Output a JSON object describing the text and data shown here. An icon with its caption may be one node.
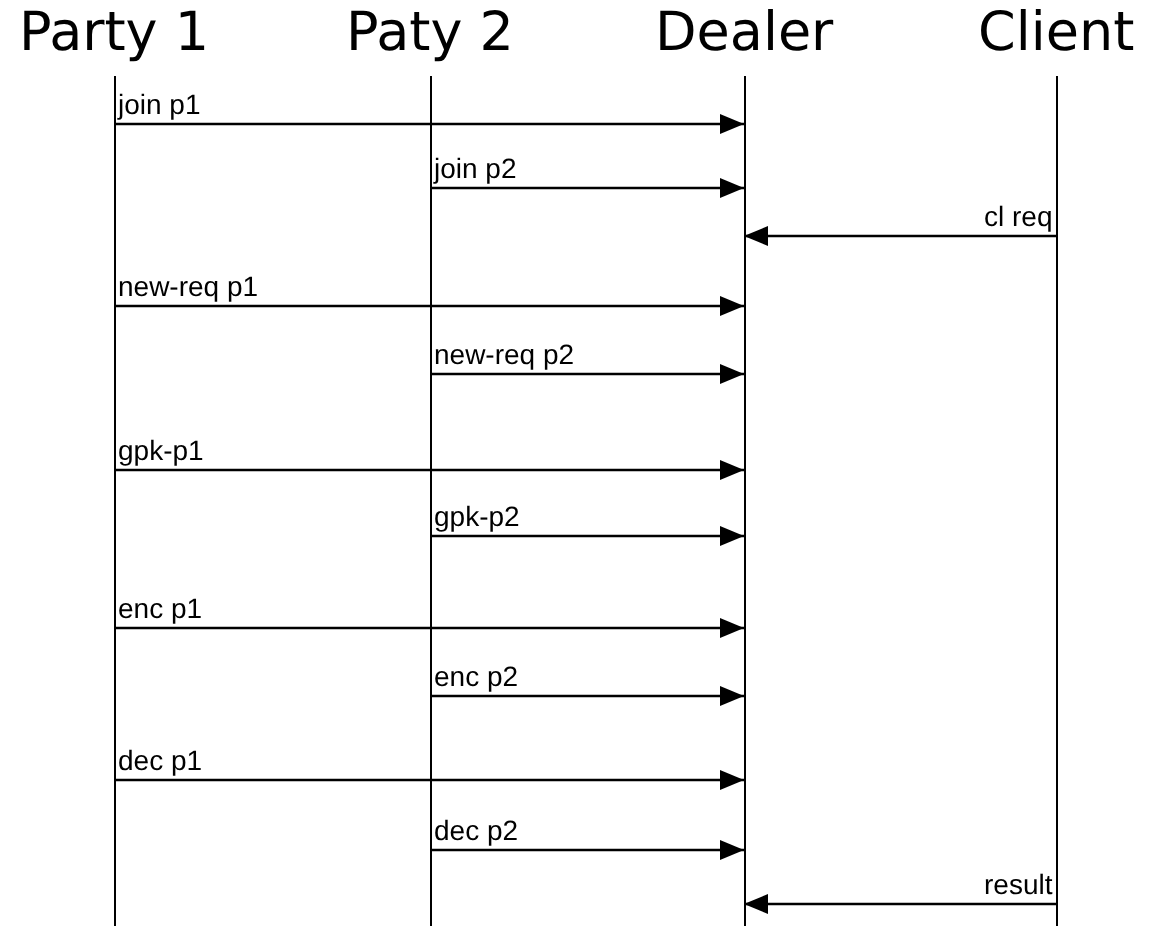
{
  "diagram": {
    "nodes": [
      {
        "text": [
          "Party 1"
        ]
      },
      {
        "text": [
          "Paty 2"
        ]
      },
      {
        "text": [
          "Dealer"
        ]
      },
      {
        "text": [
          "Client"
        ]
      }
    ],
    "edges": [
      {
        "from": 0,
        "to": 2,
        "arrow": "to",
        "label": "join p1"
      },
      {
        "from": 1,
        "to": 2,
        "arrow": "to",
        "label": "join p2"
      },
      {
        "from": 3,
        "to": 2,
        "arrow": "to",
        "label": "cl req"
      },
      {
        "from": 0,
        "to": 2,
        "arrow": "to",
        "label": "new-req p1"
      },
      {
        "from": 1,
        "to": 2,
        "arrow": "to",
        "label": "new-req p2"
      },
      {
        "from": 0,
        "to": 2,
        "arrow": "to",
        "label": "gpk-p1"
      },
      {
        "from": 1,
        "to": 2,
        "arrow": "to",
        "label": "gpk-p2"
      },
      {
        "from": 0,
        "to": 2,
        "arrow": "to",
        "label": "enc p1"
      },
      {
        "from": 1,
        "to": 2,
        "arrow": "to",
        "label": "enc p2"
      },
      {
        "from": 0,
        "to": 2,
        "arrow": "to",
        "label": "dec p1"
      },
      {
        "from": 1,
        "to": 2,
        "arrow": "to",
        "label": "dec p2"
      },
      {
        "from": 3,
        "to": 2,
        "arrow": "to",
        "label": "result"
      }
    ]
  }
}
